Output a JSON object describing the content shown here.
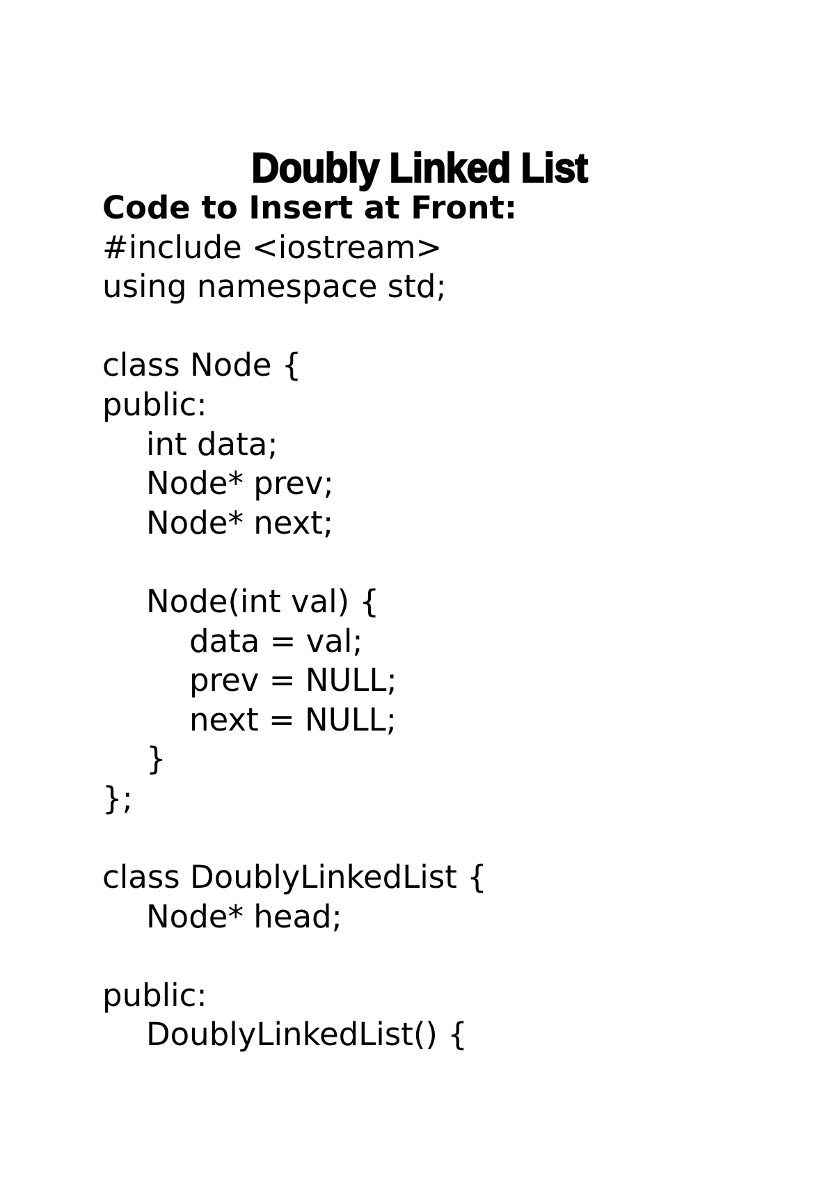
{
  "document": {
    "title": "Doubly Linked List",
    "section_heading": "Code to Insert at Front:",
    "code_lines": [
      {
        "text": "#include <iostream>",
        "indent": 0
      },
      {
        "text": "using namespace std;",
        "indent": 0
      },
      {
        "text": "",
        "indent": 0
      },
      {
        "text": "class Node {",
        "indent": 0
      },
      {
        "text": "public:",
        "indent": 0
      },
      {
        "text": "int data;",
        "indent": 1
      },
      {
        "text": "Node* prev;",
        "indent": 1
      },
      {
        "text": "Node* next;",
        "indent": 1
      },
      {
        "text": "",
        "indent": 0
      },
      {
        "text": "Node(int val) {",
        "indent": 1
      },
      {
        "text": "data = val;",
        "indent": 2
      },
      {
        "text": "prev = NULL;",
        "indent": 2
      },
      {
        "text": "next = NULL;",
        "indent": 2
      },
      {
        "text": "}",
        "indent": 1
      },
      {
        "text": "};",
        "indent": 0
      },
      {
        "text": "",
        "indent": 0
      },
      {
        "text": "class DoublyLinkedList {",
        "indent": 0
      },
      {
        "text": "Node* head;",
        "indent": 1
      },
      {
        "text": "",
        "indent": 0
      },
      {
        "text": "public:",
        "indent": 0
      },
      {
        "text": "DoublyLinkedList() {",
        "indent": 1
      }
    ]
  },
  "colors": {
    "text": "#000000",
    "background": "#ffffff"
  }
}
